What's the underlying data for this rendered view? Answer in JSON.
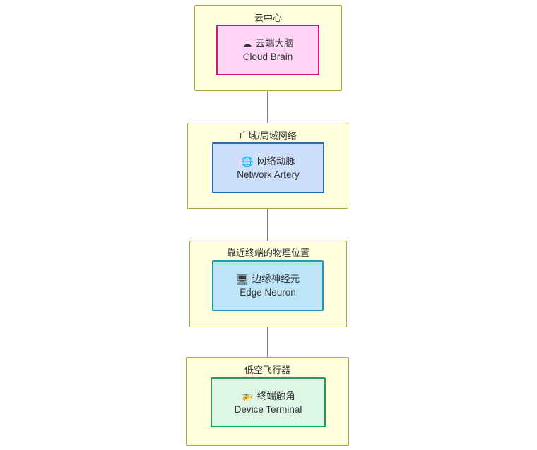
{
  "diagram": {
    "type": "flowchart-vertical",
    "orientation": "top-to-bottom",
    "background_color": "#ffffff",
    "subgraph_fill": "#ffffde",
    "subgraph_border": "#aaaa33",
    "groups": [
      {
        "id": "cloud-center",
        "title": "云中心",
        "node": {
          "id": "cloud-brain",
          "icon": "cloud-icon",
          "icon_glyph": "☁",
          "label_cn": "云端大脑",
          "label_en": "Cloud Brain",
          "fill": "#ffd6f7",
          "stroke": "#cc1a7a"
        }
      },
      {
        "id": "wan-lan-network",
        "title": "广域/局域网络",
        "node": {
          "id": "network-artery",
          "icon": "globe-icon",
          "icon_glyph": "🌐",
          "label_cn": "网络动脉",
          "label_en": "Network Artery",
          "fill": "#cddffa",
          "stroke": "#2a6ca8"
        }
      },
      {
        "id": "near-terminal-location",
        "title": "靠近终端的物理位置",
        "node": {
          "id": "edge-neuron",
          "icon": "desktop-computer-icon",
          "icon_glyph": "🖥",
          "label_cn": "边缘神经元",
          "label_en": "Edge Neuron",
          "fill": "#bde5f8",
          "stroke": "#2596be"
        }
      },
      {
        "id": "low-altitude-aircraft",
        "title": "低空飞行器",
        "node": {
          "id": "device-terminal",
          "icon": "helicopter-icon",
          "icon_glyph": "🚁",
          "label_cn": "终端触角",
          "label_en": "Device Terminal",
          "fill": "#ddf6e6",
          "stroke": "#13a254"
        }
      }
    ],
    "edges": [
      {
        "from": "cloud-brain",
        "to": "network-artery",
        "label": ""
      },
      {
        "from": "network-artery",
        "to": "edge-neuron",
        "label": ""
      },
      {
        "from": "edge-neuron",
        "to": "device-terminal",
        "label": ""
      }
    ],
    "edge_color": "#333333"
  }
}
